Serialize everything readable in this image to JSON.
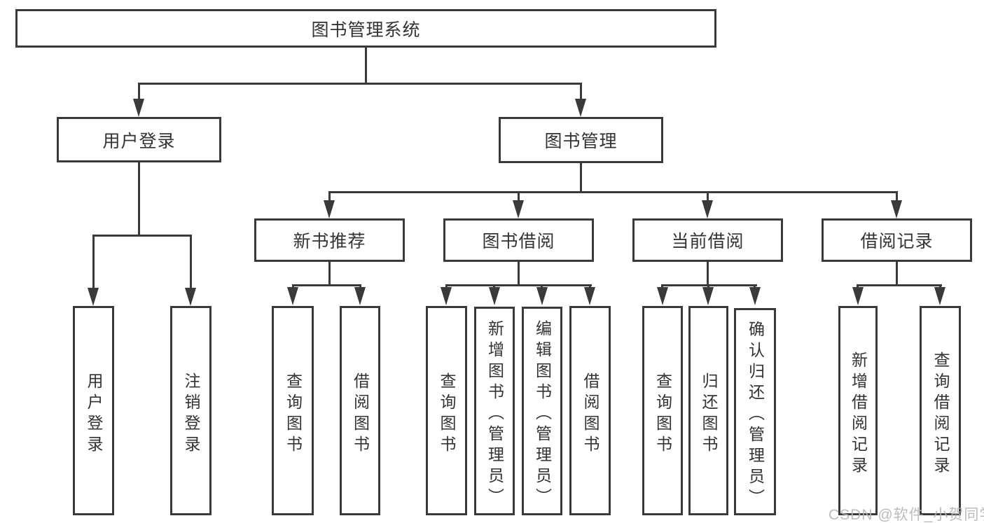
{
  "colors": {
    "line": "#3a3a3a",
    "text": "#333333",
    "watermark": "#b5b5b5",
    "background": "#ffffff"
  },
  "diagram": {
    "root": {
      "label": "图书管理系统"
    },
    "level2": {
      "user_login": {
        "label": "用户登录"
      },
      "book_mgmt": {
        "label": "图书管理"
      }
    },
    "level3": {
      "new_book_rec": {
        "label": "新书推荐"
      },
      "book_borrow": {
        "label": "图书借阅"
      },
      "current_borrow": {
        "label": "当前借阅"
      },
      "borrow_record": {
        "label": "借阅记录"
      }
    },
    "leaves": {
      "user_login": {
        "label": "用户登录"
      },
      "logout": {
        "label": "注销登录"
      },
      "nbr_query_book": {
        "label": "查询图书"
      },
      "nbr_borrow_book": {
        "label": "借阅图书"
      },
      "bb_query_book": {
        "label": "查询图书"
      },
      "bb_add_book": {
        "label": "新增图书（管理员）"
      },
      "bb_edit_book": {
        "label": "编辑图书（管理员）"
      },
      "bb_borrow_book": {
        "label": "借阅图书"
      },
      "cb_query_book": {
        "label": "查询图书"
      },
      "cb_return_book": {
        "label": "归还图书"
      },
      "cb_confirm_return": {
        "label": "确认归还（管理员）"
      },
      "br_add_record": {
        "label": "新增借阅记录"
      },
      "br_query_record": {
        "label": "查询借阅记录"
      }
    }
  },
  "watermark": {
    "text": "CSDN @软件_小贺同学"
  }
}
